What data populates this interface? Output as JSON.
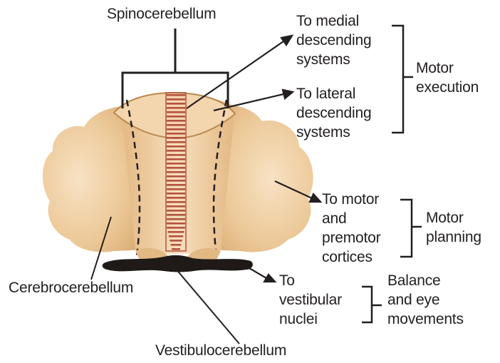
{
  "labels": {
    "spinocerebellum": "Spinocerebellum",
    "medial": [
      "To medial",
      "descending",
      "systems"
    ],
    "lateral": [
      "To lateral",
      "descending",
      "systems"
    ],
    "motor_execution": [
      "Motor",
      "execution"
    ],
    "to_motor": [
      "To motor",
      "and",
      "premotor",
      "cortices"
    ],
    "motor_planning": [
      "Motor",
      "planning"
    ],
    "to_vestibular": [
      "To",
      "vestibular",
      "nuclei"
    ],
    "balance": [
      "Balance",
      "and eye",
      "movements"
    ],
    "cerebrocerebellum": "Cerebrocerebellum",
    "vestibulocerebellum": "Vestibulocerebellum"
  },
  "colors": {
    "tissue_light": "#f6dcbb",
    "tissue_mid": "#e9c191",
    "tissue_dark": "#d2a06a",
    "vermis_stripe": "#b4523f",
    "flocculus": "#1f1a17",
    "line": "#231f20"
  }
}
